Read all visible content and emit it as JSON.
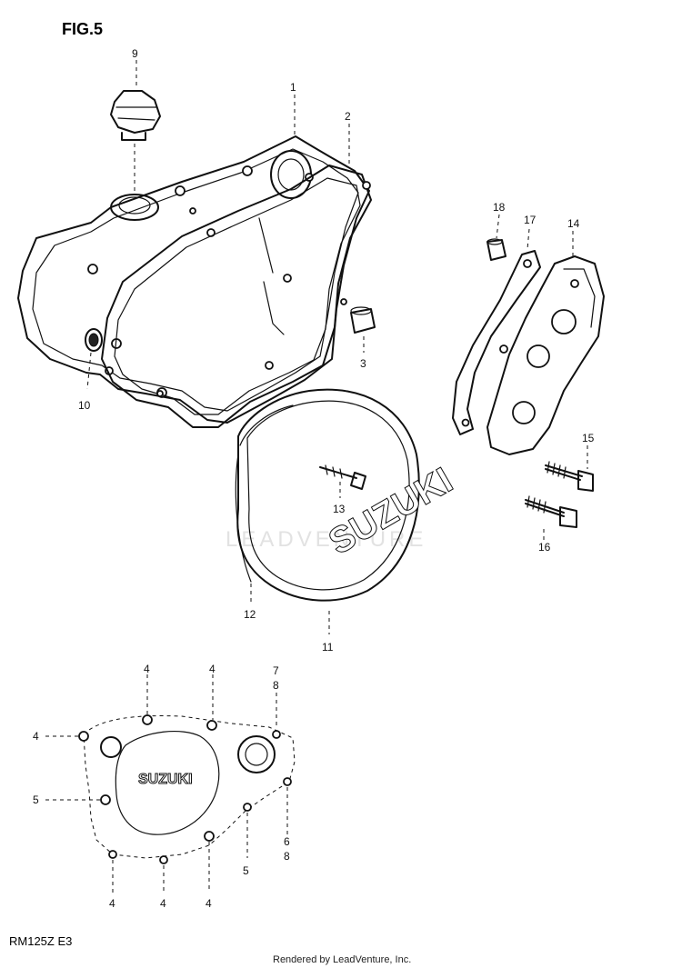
{
  "figure": {
    "title": "FIG.5",
    "model_code": "RM125Z E3"
  },
  "watermark": "LEADVENTURE",
  "footer": "Rendered by LeadVenture, Inc.",
  "brand_text": {
    "large_cover": "SUZUKI",
    "outer_cover": "SUZUKI"
  },
  "callouts": {
    "c1": "1",
    "c2": "2",
    "c3": "3",
    "c9": "9",
    "c10": "10",
    "c11": "11",
    "c12": "12",
    "c13": "13",
    "c14": "14",
    "c15": "15",
    "c16": "16",
    "c17": "17",
    "c18": "18",
    "b4a": "4",
    "b4b": "4",
    "b4c": "4",
    "b4d": "4",
    "b4e": "4",
    "b4f": "4",
    "b5a": "5",
    "b5b": "5",
    "b7": "7",
    "b8a": "8",
    "b6": "6",
    "b8b": "8"
  }
}
